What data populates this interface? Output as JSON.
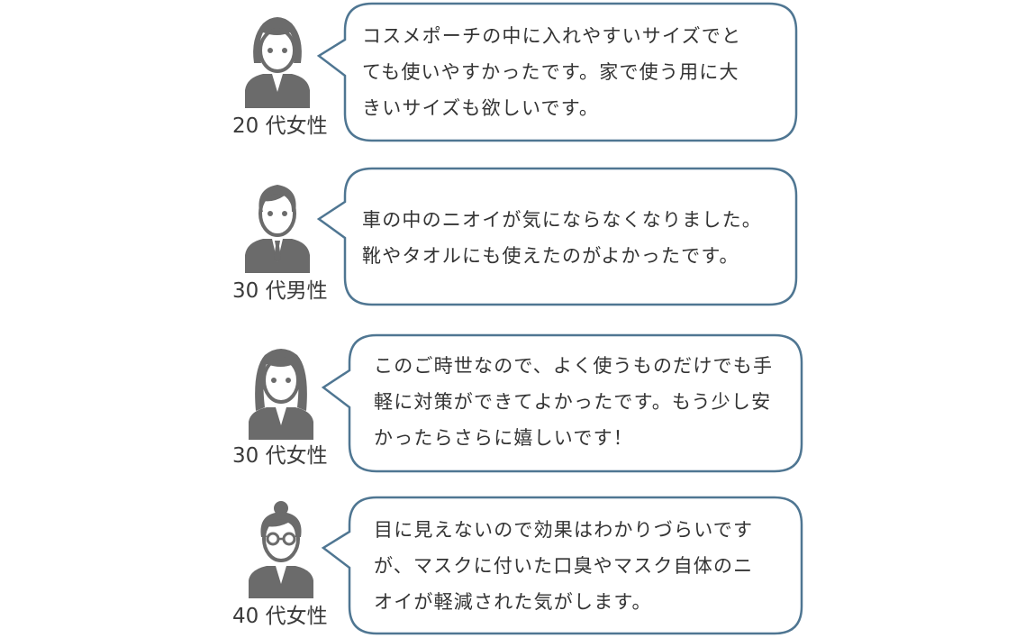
{
  "colors": {
    "bubble_border": "#4f7692",
    "icon_fill": "#6b6b6b",
    "text": "#333333"
  },
  "reviews": [
    {
      "avatar_icon": "woman-icon",
      "label": "20 代女性",
      "lines": [
        "コスメポーチの中に入れやすいサイズでと",
        "ても使いやすかったです。家で使う用に大",
        "きいサイズも欲しいです。"
      ]
    },
    {
      "avatar_icon": "businessman-icon",
      "label": "30 代男性",
      "lines": [
        "車の中のニオイが気にならなくなりました。",
        "靴やタオルにも使えたのがよかったです。"
      ]
    },
    {
      "avatar_icon": "long-hair-woman-icon",
      "label": "30 代女性",
      "lines": [
        "このご時世なので、よく使うものだけでも手",
        "軽に対策ができてよかったです。もう少し安",
        "かったらさらに嬉しいです！"
      ]
    },
    {
      "avatar_icon": "glasses-woman-icon",
      "label": "40 代女性",
      "lines": [
        "目に見えないので効果はわかりづらいです",
        "が、マスクに付いた口臭やマスク自体のニ",
        "オイが軽減された気がします。"
      ]
    }
  ]
}
